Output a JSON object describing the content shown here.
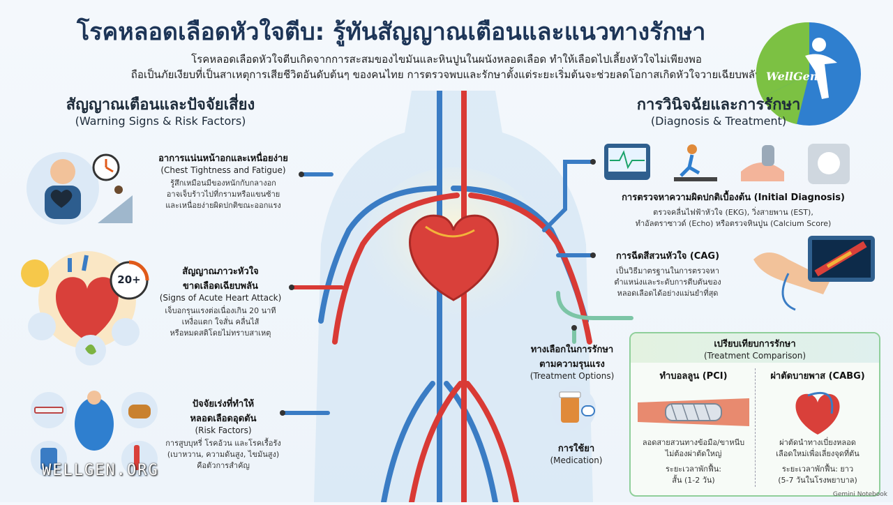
{
  "title": "โรคหลอดเลือดหัวใจตีบ: รู้ทันสัญญาณเตือนและแนวทางรักษา",
  "intro": [
    "โรคหลอดเลือดหัวใจตีบเกิดจากการสะสมของไขมันและหินปูนในผนังหลอดเลือด ทำให้เลือดไปเลี้ยงหัวใจไม่เพียงพอ",
    "ถือเป็นภัยเงียบที่เป็นสาเหตุการเสียชีวิตอันดับต้นๆ ของคนไทย การตรวจพบและรักษาตั้งแต่ระยะเริ่มต้นจะช่วยลดโอกาสเกิดหัวใจวายเฉียบพลัน"
  ],
  "left": {
    "heading": "สัญญาณเตือนและปัจจัยเสี่ยง",
    "subheading": "(Warning Signs & Risk Factors)",
    "blocks": [
      {
        "title": "อาการแน่นหน้าอกและเหนื่อยง่าย",
        "sub": "(Chest Tightness and Fatigue)",
        "body": [
          "รู้สึกเหมือนมีของหนักกับกลางอก",
          "อาจเจ็บร้าวไปที่กรามหรือแขนซ้าย",
          "และเหนื่อยง่ายผิดปกติขณะออกแรง"
        ]
      },
      {
        "title": "สัญญาณภาวะหัวใจ",
        "title2": "ขาดเลือดเฉียบพลัน",
        "sub": "(Signs of Acute Heart Attack)",
        "body": [
          "เจ็บอกรุนแรงต่อเนื่องเกิน 20 นาที",
          "เหงื่อแตก ใจสั่น คลื่นไส้",
          "หรือหมดสติโดยไม่ทราบสาเหตุ"
        ]
      },
      {
        "title": "ปัจจัยเร่งที่ทำให้",
        "title2": "หลอดเลือดอุดตัน",
        "sub": "(Risk Factors)",
        "body": [
          "การสูบบุหรี่ โรคอ้วน และโรคเรื้อรัง",
          "(เบาหวาน, ความดันสูง, ไขมันสูง)",
          "คือตัวการสำคัญ"
        ]
      }
    ],
    "timer_badge": "20+"
  },
  "right": {
    "heading": "การวินิจฉัยและการรักษา",
    "subheading": "(Diagnosis & Treatment)",
    "blocks": [
      {
        "title": "การตรวจหาความผิดปกติเบื้องต้น (Initial Diagnosis)",
        "body": [
          "ตรวจคลื่นไฟฟ้าหัวใจ (EKG), วิ่งสายพาน (EST),",
          "ทำอัลตราซาวด์ (Echo) หรือตรวจหินปูน (Calcium Score)"
        ]
      },
      {
        "title": "การฉีดสีสวนหัวใจ (CAG)",
        "body": [
          "เป็นวิธีมาตรฐานในการตรวจหา",
          "ตำแหน่งและระดับการตีบตันของ",
          "หลอดเลือดได้อย่างแม่นยำที่สุด"
        ]
      }
    ],
    "options": {
      "title": "ทางเลือกในการรักษา",
      "title2": "ตามความรุนแรง",
      "sub": "(Treatment Options)"
    },
    "medication": {
      "label": "การใช้ยา",
      "sub": "(Medication)"
    },
    "comparison": {
      "heading": "เปรียบเทียบการรักษา",
      "subheading": "(Treatment Comparison)",
      "pci": {
        "title": "ทำบอลลูน (PCI)",
        "body": [
          "ลอดสายสวนทางข้อมือ/ขาหนีบ",
          "ไม่ต้องผ่าตัดใหญ่"
        ],
        "recovery": [
          "ระยะเวลาพักฟื้น:",
          "สั้น (1-2 วัน)"
        ]
      },
      "cabg": {
        "title": "ผ่าตัดบายพาส (CABG)",
        "body": [
          "ผ่าตัดนำทางเบี่ยงหลอด",
          "เลือดใหม่เพื่อเลี่ยงจุดที่ตัน"
        ],
        "recovery": [
          "ระยะเวลาพักฟื้น: ยาว",
          "(5-7 วันในโรงพยาบาล)"
        ]
      }
    }
  },
  "logo": {
    "text": "WellGen"
  },
  "watermark": "WELLGEN.ORG",
  "footer_note": "Gemini Notebook",
  "colors": {
    "title": "#1d3557",
    "artery": "#d93a35",
    "vein": "#3a7cc4",
    "accent_green": "#8fcf9a"
  }
}
